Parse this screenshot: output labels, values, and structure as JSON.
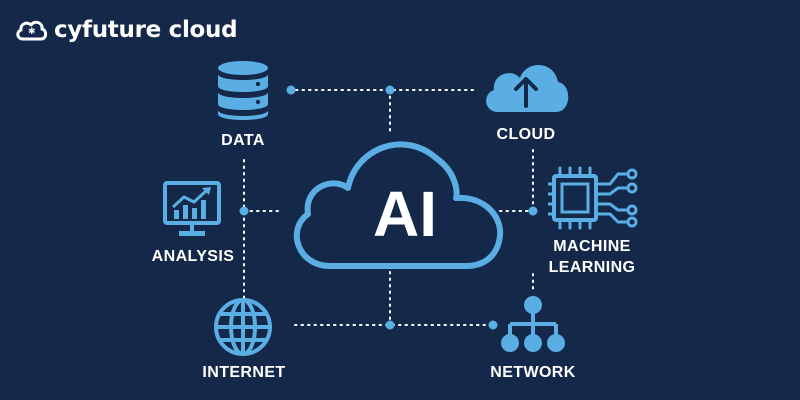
{
  "brand": {
    "name": "cyfuture cloud",
    "icon": "cloud-logo-icon"
  },
  "center": {
    "label": "AI",
    "icon": "cloud-outline-icon"
  },
  "nodes": {
    "data": {
      "label": "DATA",
      "icon": "database-icon"
    },
    "cloud": {
      "label": "CLOUD",
      "icon": "cloud-upload-icon"
    },
    "analysis": {
      "label": "ANALYSIS",
      "icon": "chart-monitor-icon"
    },
    "machine_learning": {
      "line1": "MACHINE",
      "line2": "LEARNING",
      "icon": "chip-icon"
    },
    "internet": {
      "label": "INTERNET",
      "icon": "globe-icon"
    },
    "network": {
      "label": "NETWORK",
      "icon": "network-tree-icon"
    }
  },
  "colors": {
    "background": "#14294a",
    "accent": "#5aaee3",
    "text": "#ffffff"
  }
}
